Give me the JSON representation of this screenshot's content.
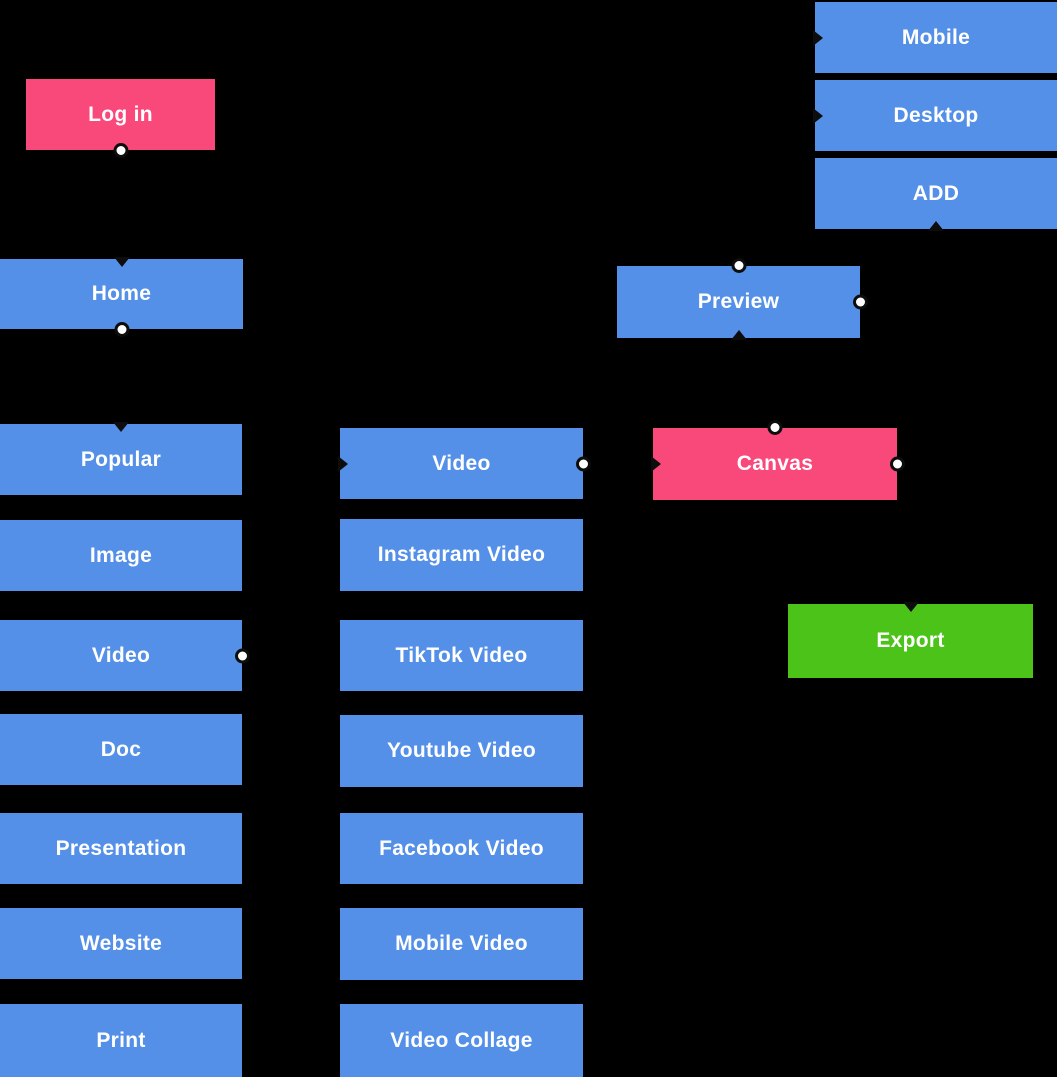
{
  "diagram": {
    "background": "#000000",
    "colors": {
      "node_blue": "#5590E8",
      "node_pink": "#F9497B",
      "node_green": "#4CC319",
      "label_text": "#FFFFFF",
      "connector_dot_fill": "#FFFFFF",
      "connector_dot_ring": "#0D0D0D",
      "arrowhead": "#0D0D0D"
    },
    "nodes": [
      {
        "id": "login",
        "label": "Log in",
        "color": "pink",
        "ports": [
          "dot-bottom"
        ]
      },
      {
        "id": "home",
        "label": "Home",
        "color": "blue",
        "ports": [
          "arrow-top",
          "dot-bottom"
        ]
      },
      {
        "id": "popular",
        "label": "Popular",
        "color": "blue",
        "ports": [
          "arrow-top"
        ]
      },
      {
        "id": "image",
        "label": "Image",
        "color": "blue",
        "ports": []
      },
      {
        "id": "video-left",
        "label": "Video",
        "color": "blue",
        "ports": [
          "dot-right"
        ]
      },
      {
        "id": "doc",
        "label": "Doc",
        "color": "blue",
        "ports": []
      },
      {
        "id": "presentation",
        "label": "Presentation",
        "color": "blue",
        "ports": []
      },
      {
        "id": "website",
        "label": "Website",
        "color": "blue",
        "ports": []
      },
      {
        "id": "print",
        "label": "Print",
        "color": "blue",
        "ports": []
      },
      {
        "id": "video-mid",
        "label": "Video",
        "color": "blue",
        "ports": [
          "arrow-left",
          "dot-right"
        ]
      },
      {
        "id": "instagram",
        "label": "Instagram Video",
        "color": "blue",
        "ports": []
      },
      {
        "id": "tiktok",
        "label": "TikTok Video",
        "color": "blue",
        "ports": []
      },
      {
        "id": "youtube",
        "label": "Youtube Video",
        "color": "blue",
        "ports": []
      },
      {
        "id": "facebook",
        "label": "Facebook Video",
        "color": "blue",
        "ports": []
      },
      {
        "id": "mobile-video",
        "label": "Mobile Video",
        "color": "blue",
        "ports": []
      },
      {
        "id": "video-collage",
        "label": "Video Collage",
        "color": "blue",
        "ports": []
      },
      {
        "id": "preview",
        "label": "Preview",
        "color": "blue",
        "ports": [
          "dot-top",
          "dot-right",
          "arrow-bottom"
        ]
      },
      {
        "id": "canvas",
        "label": "Canvas",
        "color": "pink",
        "ports": [
          "arrow-left",
          "dot-top",
          "dot-right"
        ]
      },
      {
        "id": "mobile",
        "label": "Mobile",
        "color": "blue",
        "ports": [
          "arrow-left"
        ]
      },
      {
        "id": "desktop",
        "label": "Desktop",
        "color": "blue",
        "ports": [
          "arrow-left"
        ]
      },
      {
        "id": "add",
        "label": "ADD",
        "color": "blue",
        "ports": [
          "arrow-bottom"
        ]
      },
      {
        "id": "export",
        "label": "Export",
        "color": "green",
        "ports": [
          "arrow-top"
        ]
      }
    ]
  }
}
